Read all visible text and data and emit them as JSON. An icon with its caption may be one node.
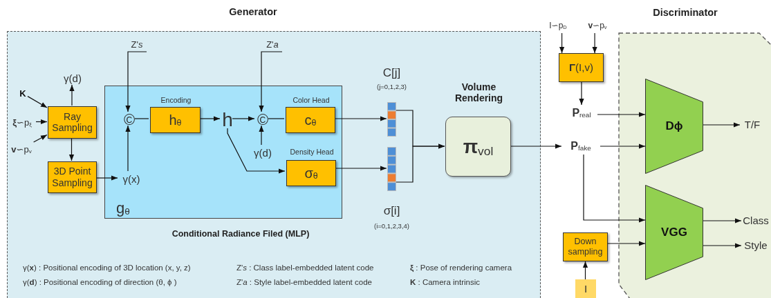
{
  "diagram": {
    "nodes": [
      {
        "text": [
          "Generator"
        ]
      },
      {
        "text": [
          "g$_{θ}$",
          "Conditional Radiance Filed (MLP)"
        ],
        "in": 0
      },
      {
        "text": [
          "K"
        ],
        "in": 0
      },
      {
        "text": [
          "**ξ**∽p$_{ξ}$"
        ],
        "in": 0
      },
      {
        "text": [
          "**v**∽p$_{v}$"
        ],
        "in": 0
      },
      {
        "text": [
          "Ray Sampling"
        ],
        "in": 0
      },
      {
        "text": [
          "γ(d)"
        ],
        "in": 0
      },
      {
        "text": [
          "3D Point Sampling"
        ],
        "in": 0
      },
      {
        "text": [
          "Z'*s*"
        ],
        "in": 0
      },
      {
        "text": [
          "©"
        ],
        "in": 1
      },
      {
        "text": [
          "γ(x)"
        ],
        "in": 1
      },
      {
        "text": [
          "Encoding",
          "h$_{θ}$"
        ],
        "in": 1
      },
      {
        "text": [
          "h"
        ],
        "in": 1
      },
      {
        "text": [
          "Z'*a*"
        ],
        "in": 0
      },
      {
        "text": [
          "©"
        ],
        "in": 1
      },
      {
        "text": [
          "γ(d)"
        ],
        "in": 1
      },
      {
        "text": [
          "Color Head",
          "c$_{θ}$"
        ],
        "in": 1
      },
      {
        "text": [
          "Density Head",
          "σ$_{θ}$"
        ],
        "in": 1
      },
      {
        "text": [
          "C[j]",
          "(j=0,1,2,3)"
        ],
        "in": 0
      },
      {
        "text": [
          "σ[i]",
          "(i=0,1,2,3,4)"
        ],
        "in": 0
      },
      {
        "text": [
          "Volume Rendering",
          "**π**$_{vol}$"
        ],
        "in": 0
      },
      {
        "text": [
          "I∽p$_{D}$"
        ]
      },
      {
        "text": [
          "**v**∽p$_{v}$"
        ]
      },
      {
        "text": [
          "**Γ**(I,v)"
        ]
      },
      {
        "text": [
          "**P**$_{real}$"
        ]
      },
      {
        "text": [
          "**P**$_{fake}$"
        ]
      },
      {
        "text": [
          "Discriminator"
        ]
      },
      {
        "text": [
          "Dϕ"
        ],
        "in": 26
      },
      {
        "text": [
          "VGG"
        ],
        "in": 26
      },
      {
        "text": [
          "T/F"
        ],
        "in": 26
      },
      {
        "text": [
          "Class"
        ],
        "in": 26
      },
      {
        "text": [
          "Style"
        ],
        "in": 26
      },
      {
        "text": [
          "Down sampling"
        ]
      },
      {
        "text": [
          "I"
        ]
      }
    ],
    "edges": [
      {
        "from": 2,
        "to": 5,
        "arrow": "to"
      },
      {
        "from": 3,
        "to": 5,
        "arrow": "to"
      },
      {
        "from": 4,
        "to": 5,
        "arrow": "to"
      },
      {
        "from": 5,
        "to": 6,
        "arrow": "to"
      },
      {
        "from": 5,
        "to": 7,
        "arrow": "to"
      },
      {
        "from": 7,
        "to": 10,
        "arrow": "to"
      },
      {
        "from": 10,
        "to": 9,
        "arrow": "to"
      },
      {
        "from": 8,
        "to": 9,
        "arrow": "to"
      },
      {
        "from": 9,
        "to": 11,
        "arrow": "none"
      },
      {
        "from": 11,
        "to": 12,
        "arrow": "to"
      },
      {
        "from": 12,
        "to": 14,
        "arrow": "to"
      },
      {
        "from": 13,
        "to": 14,
        "arrow": "to"
      },
      {
        "from": 15,
        "to": 14,
        "arrow": "to"
      },
      {
        "from": 14,
        "to": 16,
        "arrow": "none"
      },
      {
        "from": 12,
        "to": 17,
        "arrow": "to"
      },
      {
        "from": 16,
        "to": 18,
        "arrow": "to"
      },
      {
        "from": 17,
        "to": 19,
        "arrow": "to"
      },
      {
        "from": 18,
        "to": 20,
        "arrow": "to"
      },
      {
        "from": 19,
        "to": 20,
        "arrow": "to"
      },
      {
        "from": 20,
        "to": 25,
        "arrow": "to"
      },
      {
        "from": 21,
        "to": 23,
        "arrow": "to"
      },
      {
        "from": 22,
        "to": 23,
        "arrow": "to"
      },
      {
        "from": 23,
        "to": 24,
        "arrow": "to"
      },
      {
        "from": 24,
        "to": 27,
        "arrow": "to"
      },
      {
        "from": 25,
        "to": 27,
        "arrow": "to"
      },
      {
        "from": 27,
        "to": 29,
        "arrow": "to"
      },
      {
        "from": 25,
        "to": 28,
        "arrow": "to"
      },
      {
        "from": 32,
        "to": 28,
        "arrow": "to"
      },
      {
        "from": 28,
        "to": 30,
        "arrow": "to"
      },
      {
        "from": 28,
        "to": 31,
        "arrow": "to"
      },
      {
        "from": 33,
        "to": 32,
        "arrow": "to"
      }
    ],
    "labels": [
      "γ(**x**) :  Positional encoding of 3D location (x, y, z)",
      "Z'*s* :  Class label-embedded latent code",
      "**ξ** :  Pose of rendering camera",
      "γ(**d**) :  Positional encoding of direction (θ, ϕ )",
      "Z'*a* :  Style label-embedded latent code",
      "**K** :  Camera intrinsic"
    ]
  }
}
